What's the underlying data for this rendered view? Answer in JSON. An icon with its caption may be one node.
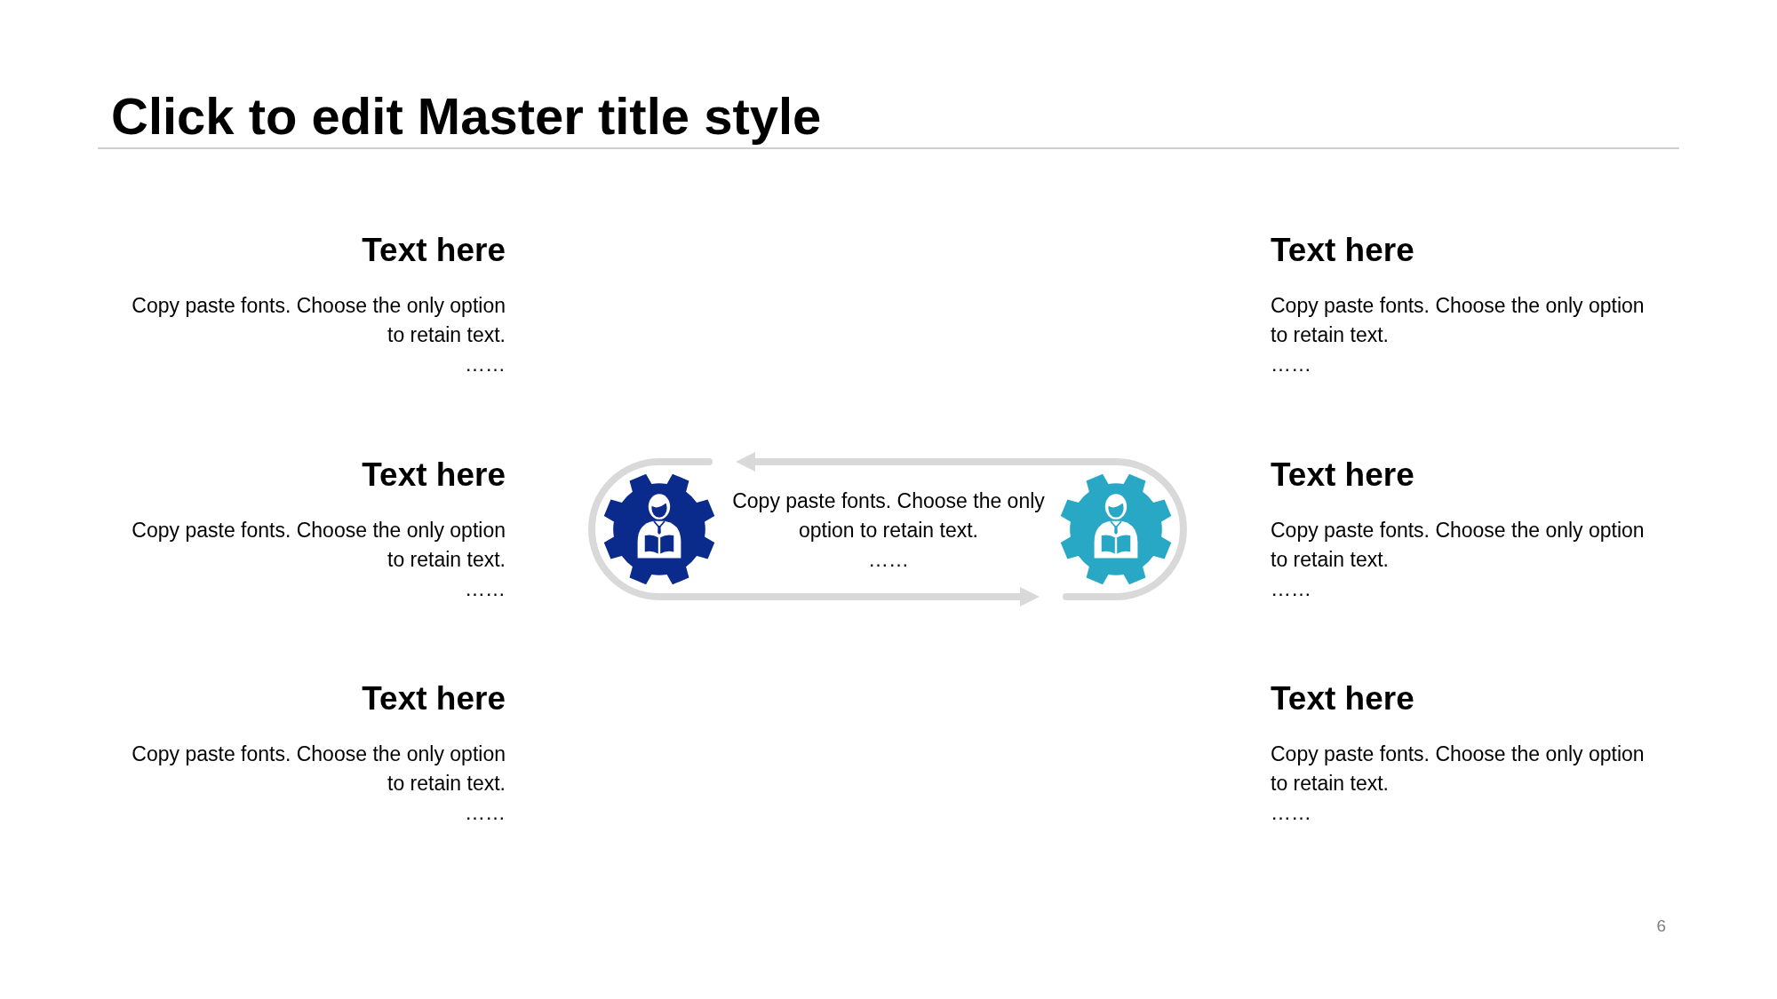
{
  "diagram": {
    "title": "Click to edit Master title style",
    "nodes": [
      {
        "text": [],
        "shape": "picture"
      },
      {
        "text": [],
        "shape": "picture"
      }
    ],
    "edges": [
      {
        "from": 1,
        "to": 0,
        "arrow": "to"
      },
      {
        "from": 0,
        "to": 1,
        "arrow": "to"
      }
    ],
    "labels": [
      "Text here",
      "Copy paste fonts. Choose the only option to retain text.",
      "……",
      "Text here",
      "Copy paste fonts. Choose the only option to retain text.",
      "……",
      "Text here",
      "Copy paste fonts. Choose the only option to retain text.",
      "……",
      "Copy paste fonts. Choose the only option to retain text.",
      "……",
      "Text here",
      "Copy paste fonts. Choose the only option to retain text.",
      "……",
      "Text here",
      "Copy paste fonts. Choose the only option to retain text.",
      "……",
      "Text here",
      "Copy paste fonts. Choose the only option to retain text.",
      "……",
      "6"
    ]
  }
}
